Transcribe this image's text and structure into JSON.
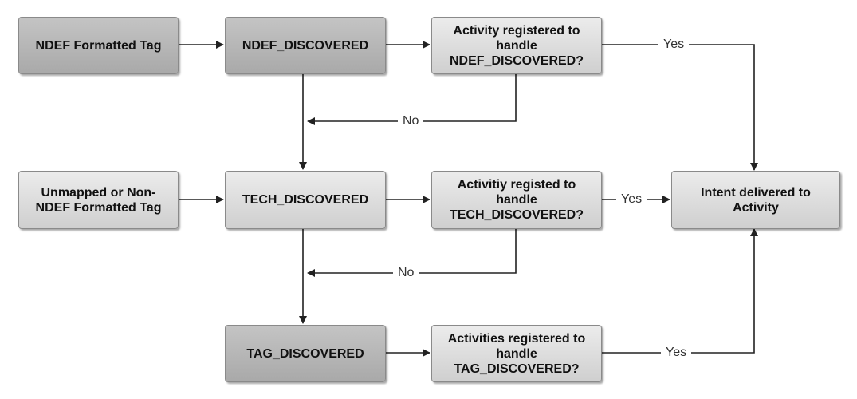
{
  "nodes": {
    "ndef_formatted_tag": "NDEF Formatted Tag",
    "ndef_discovered": "NDEF_DISCOVERED",
    "q_ndef": "Activity registered to\nhandle\nNDEF_DISCOVERED?",
    "unmapped_tag": "Unmapped or Non-\nNDEF Formatted Tag",
    "tech_discovered": "TECH_DISCOVERED",
    "q_tech": "Activitiy registed to\nhandle\nTECH_DISCOVERED?",
    "intent_delivered": "Intent delivered to\nActivity",
    "tag_discovered": "TAG_DISCOVERED",
    "q_tag": "Activities registered to\nhandle\nTAG_DISCOVERED?"
  },
  "edge_labels": {
    "yes_ndef": "Yes",
    "no_ndef": "No",
    "yes_tech": "Yes",
    "no_tech": "No",
    "yes_tag": "Yes"
  },
  "colors": {
    "line": "#222222",
    "node_dark": "#b5b5b5",
    "node_light": "#dedede"
  }
}
